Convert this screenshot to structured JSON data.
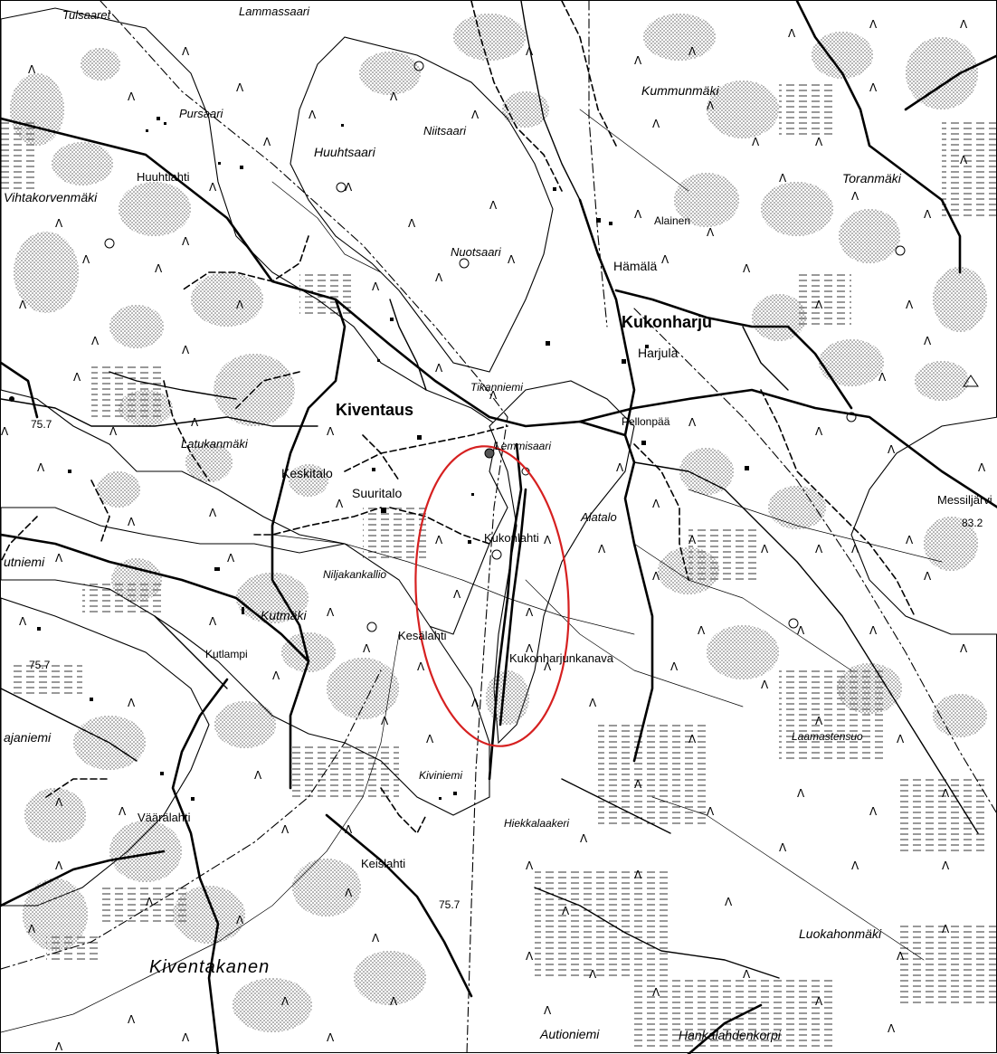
{
  "map": {
    "background_color": "#ffffff",
    "ink_color": "#000000",
    "highlight_color": "#d62020",
    "labels": {
      "tulsaaret": "Tulsaaret",
      "lammassaari": "Lammassaari",
      "kummunmaki": "Kummunmäki",
      "pursaari": "Pursaari",
      "niitsaari": "Niitsaari",
      "huuhtsaari": "Huuhtsaari",
      "huuhtlahti": "Huuhtlahti",
      "toranmaki": "Toranmäki",
      "vihtakorvenmaki": "Vihtakorvenmäki",
      "alainen": "Alainen",
      "nuotsaari": "Nuotsaari",
      "hamala": "Hämälä",
      "kukonharju": "Kukonharju",
      "harjula": "Harjula",
      "tikanniemi": "Tikanniemi",
      "kiventaus": "Kiventaus",
      "pellonpaa": "Pellonpää",
      "lemmisaari": "Lemmisaari",
      "latukanmaki": "Latukanmäki",
      "keskitalo": "Keskitalo",
      "suuritalo": "Suuritalo",
      "messiljarvi": "Messiljärvi",
      "alatalo": "Alatalo",
      "kukonlahti": "Kukonlahti",
      "utniemi": "utniemi",
      "niljakankallio": "Niljakankallio",
      "kutmaki": "Kutmäki",
      "kesalahti": "Kesälahti",
      "kutlampi": "Kutlampi",
      "kukonharjunkanava": "Kukonharjunkanava",
      "ajaniemi": "ajaniemi",
      "laamastensuo": "Laamastensuo",
      "kiviniemi": "Kiviniemi",
      "vaaralahti": "Väärälahti",
      "hiekkalaakeri": "Hiekkalaakeri",
      "keislahti": "Keislahti",
      "luokahonmaki": "Luokahonmäki",
      "kiventakanen": "Kiventakanen",
      "autioniemi": "Autioniemi",
      "hankalahdenkorpi": "Hankalahdenkorpi"
    },
    "elevations": {
      "west_upper": "75.7",
      "east": "83.2",
      "west_lower": "75.7",
      "south": "75.7"
    },
    "highlight": {
      "description": "",
      "shape": "ellipse"
    }
  }
}
